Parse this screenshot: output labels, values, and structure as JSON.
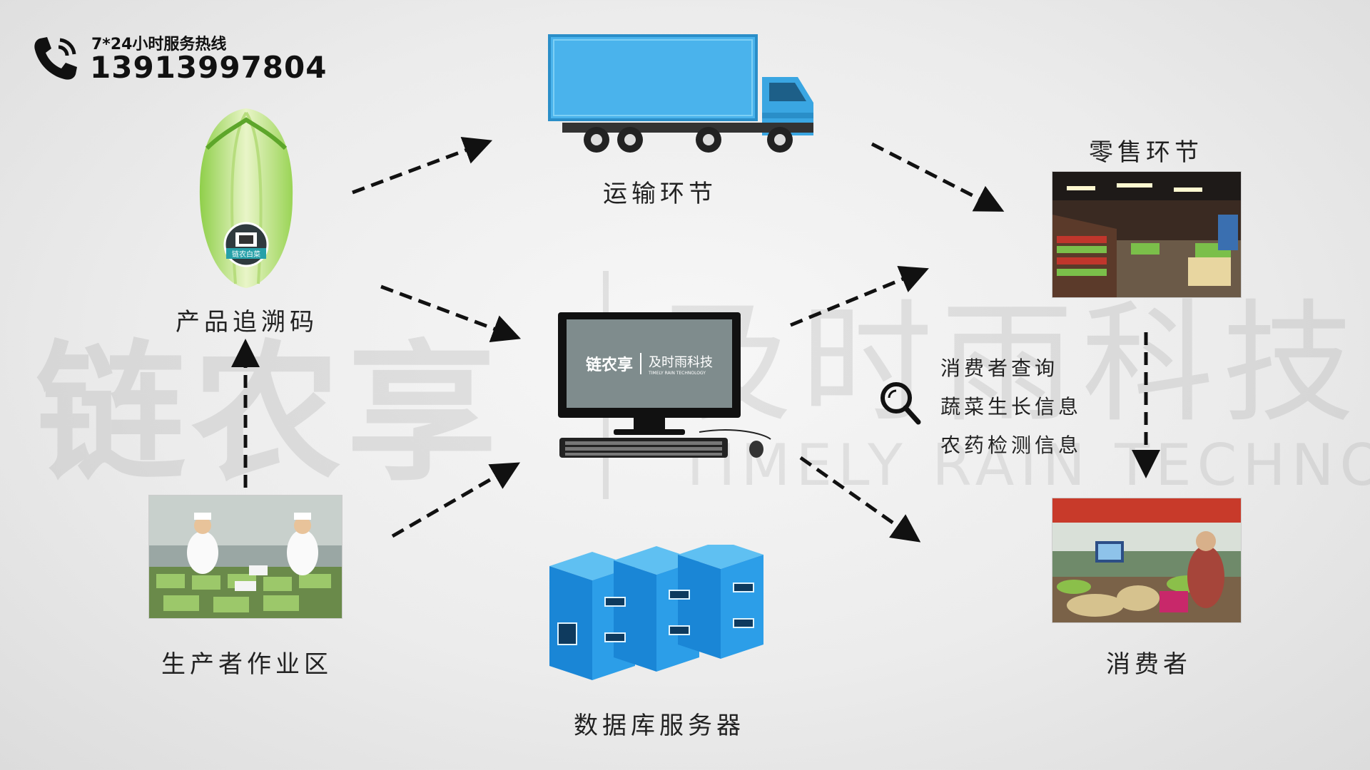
{
  "hotline": {
    "title": "7*24小时服务热线",
    "number": "13913997804"
  },
  "watermark": {
    "cn_left": "链农享",
    "cn_right": "及时雨科技",
    "en": "TIMELY RAIN TECHNOLOGY"
  },
  "nodes": {
    "product_code": "产品追溯码",
    "producer_area": "生产者作业区",
    "transport": "运输环节",
    "retail": "零售环节",
    "consumer": "消费者",
    "database": "数据库服务器"
  },
  "monitor": {
    "brand_cn": "链农享",
    "company_cn": "及时雨科技",
    "company_en": "TIMELY RAIN TECHNOLOGY"
  },
  "cabbage_label": "链农白菜",
  "query": {
    "icon": "magnifier-icon",
    "lines": [
      "消费者查询",
      "蔬菜生长信息",
      "农药检测信息"
    ]
  },
  "colors": {
    "truck_blue": "#4ab3ec",
    "server_blue": "#1f8fe0",
    "arrow": "#111111"
  }
}
